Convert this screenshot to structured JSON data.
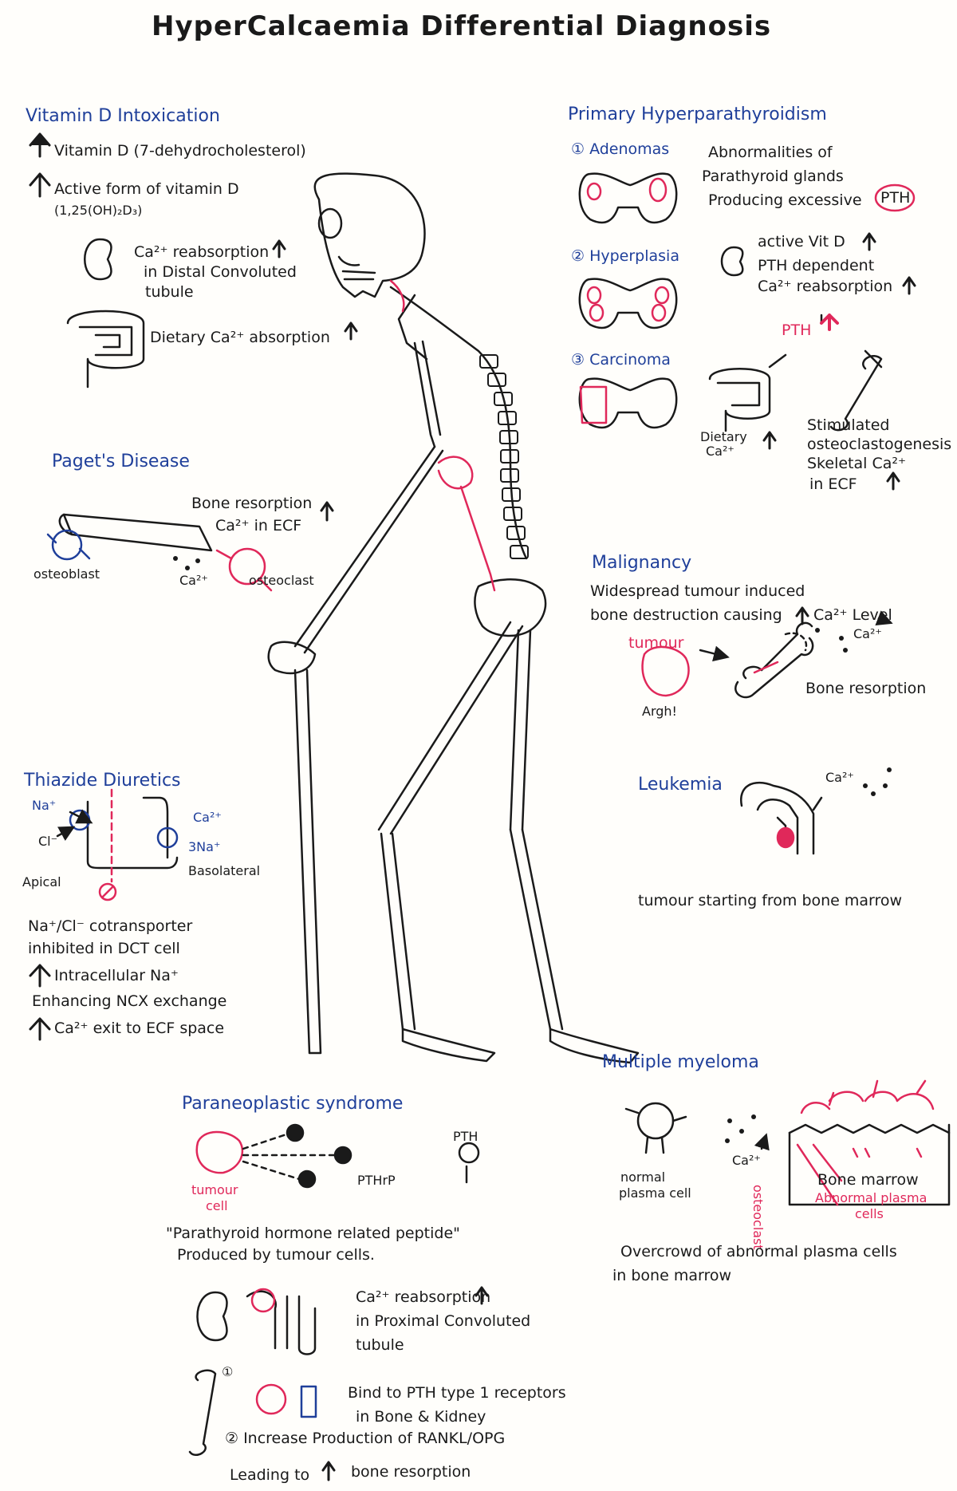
{
  "title": "HyperCalcaemia Differential Diagnosis",
  "colors": {
    "ink": "#1a1a1a",
    "heading": "#1f3f9a",
    "accent": "#e0285a"
  },
  "vitd": {
    "heading": "Vitamin D Intoxication",
    "l1": "Vitamin D (7-dehydrocholesterol)",
    "l2": "Active form of vitamin D",
    "l3": "(1,25(OH)₂D₃)",
    "k1": "Ca²⁺ reabsorption",
    "k2": "in Distal Convoluted",
    "k3": "tubule",
    "g1": "Dietary Ca²⁺ absorption"
  },
  "paget": {
    "heading": "Paget's Disease",
    "b1": "Bone resorption",
    "b2": "Ca²⁺ in ECF",
    "osteoblast": "osteoblast",
    "ca": "Ca²⁺",
    "osteoclast": "osteoclast"
  },
  "thiazide": {
    "heading": "Thiazide Diuretics",
    "na": "Na⁺",
    "cl": "Cl⁻",
    "ca": "Ca²⁺",
    "na3": "3Na⁺",
    "apical": "Apical",
    "basolateral": "Basolateral",
    "d1": "Na⁺/Cl⁻ cotransporter",
    "d2": "inhibited in DCT cell",
    "d3": "Intracellular Na⁺",
    "d4": "Enhancing NCX exchange",
    "d5": "Ca²⁺ exit to ECF space"
  },
  "para": {
    "heading": "Paraneoplastic syndrome",
    "tumour": "tumour",
    "cell": "cell",
    "pth": "PTH",
    "pthrp": "PTHrP",
    "q1": "\"Parathyroid hormone related peptide\"",
    "q2": "Produced by tumour cells.",
    "r1": "Ca²⁺ reabsorption",
    "r2": "in Proximal Convoluted",
    "r3": "tubule",
    "s1": "Bind to PTH type 1 receptors",
    "s2": "in Bone & Kidney",
    "s3": "② Increase Production of RANKL/OPG",
    "s4": "Leading to",
    "s5": "bone resorption",
    "n1": "①"
  },
  "hpt": {
    "heading": "Primary Hyperparathyroidism",
    "a": "① Adenomas",
    "h": "② Hyperplasia",
    "c": "③ Carcinoma",
    "ab1": "Abnormalities of",
    "ab2": "Parathyroid glands",
    "ab3": "Producing excessive",
    "pthbox": "PTH",
    "v1": "active Vit D",
    "v2": "PTH dependent",
    "v3": "Ca²⁺ reabsorption",
    "pth": "PTH",
    "diet1": "Dietary",
    "diet2": "Ca²⁺",
    "st1": "Stimulated",
    "st2": "osteoclastogenesis",
    "st3": "Skeletal Ca²⁺",
    "st4": "in ECF"
  },
  "malig": {
    "heading": "Malignancy",
    "m1": "Widespread tumour induced",
    "m2": "bone destruction causing",
    "m3": "Ca²⁺ Level",
    "tumour": "tumour",
    "argh": "Argh!",
    "ca": "Ca²⁺",
    "resorb": "Bone resorption"
  },
  "leuk": {
    "heading": "Leukemia",
    "ca": "Ca²⁺",
    "l1": "tumour starting from bone marrow"
  },
  "mm": {
    "heading": "Multiple myeloma",
    "n1": "normal",
    "n2": "plasma cell",
    "ca": "Ca²⁺",
    "osteoclast": "osteoclast",
    "bm": "Bone marrow",
    "ab1": "Abnormal plasma",
    "ab2": "cells",
    "o1": "Overcrowd of abnormal plasma cells",
    "o2": "in bone marrow"
  }
}
